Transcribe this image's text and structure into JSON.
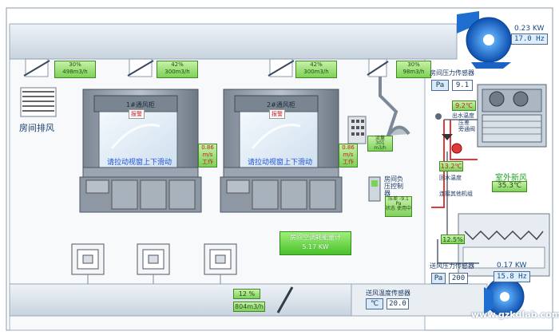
{
  "exhaust_fan": {
    "power": "0.23 KW",
    "frequency": "17.0 Hz"
  },
  "supply_fan": {
    "power": "0.17 KW",
    "frequency": "15.8 Hz"
  },
  "room_exhaust_label": "房间排风",
  "dampers": [
    {
      "percent": "30%",
      "flow": "498m3/h"
    },
    {
      "percent": "42%",
      "flow": "300m3/h"
    },
    {
      "percent": "42%",
      "flow": "300m3/h"
    },
    {
      "percent": "30%",
      "flow": "98m3/h"
    }
  ],
  "fume_hoods": [
    {
      "name": "1#通风柜",
      "alarm": "报警",
      "sash_hint": "请拉动视窗上下滑动",
      "side_display": [
        "0.86",
        "m/s",
        "工作"
      ]
    },
    {
      "name": "2#通风柜",
      "alarm": "报警",
      "sash_hint": "请拉动视窗上下滑动",
      "side_display": [
        "0.86",
        "m/s",
        "工作"
      ]
    }
  ],
  "local_exhaust_display": [
    "流量",
    "301",
    "m3/h"
  ],
  "room_pressure_sensor": {
    "label": "房间压力传感器",
    "unit": "Pa",
    "value": "9.1"
  },
  "room_negative_controller": {
    "label": "房间负压控制器",
    "readout": [
      "压差",
      "-9.1",
      "Pa",
      "状态",
      "使用中"
    ]
  },
  "chiller": {
    "outlet_temp": "9.2℃",
    "outlet_label": "出水温度",
    "valve_label": "压差\n旁通阀",
    "return_temp": "13.2℃",
    "return_label": "回水温度",
    "other_units": "连接其他机组"
  },
  "outdoor_air": {
    "label": "室外新风",
    "temp": "35.3℃"
  },
  "ahu_valve": "12.5%",
  "supply_pressure_sensor": {
    "label": "送风压力传感器",
    "unit": "Pa",
    "value": "200"
  },
  "supply_temp_sensor": {
    "label": "送风温度传感器",
    "value": "20.0"
  },
  "supply_damper": {
    "percent": "12 %",
    "flow": "804m3/h"
  },
  "ac_energy": {
    "label": "房间空调耗能量计",
    "value": "5.17 KW"
  },
  "watermark": "www.gzkdlab.com",
  "colors": {
    "duct": "#d3dde6",
    "wall": "#e6ecf2",
    "fan": "#1f6fd1",
    "green": "#5fcf3a"
  }
}
